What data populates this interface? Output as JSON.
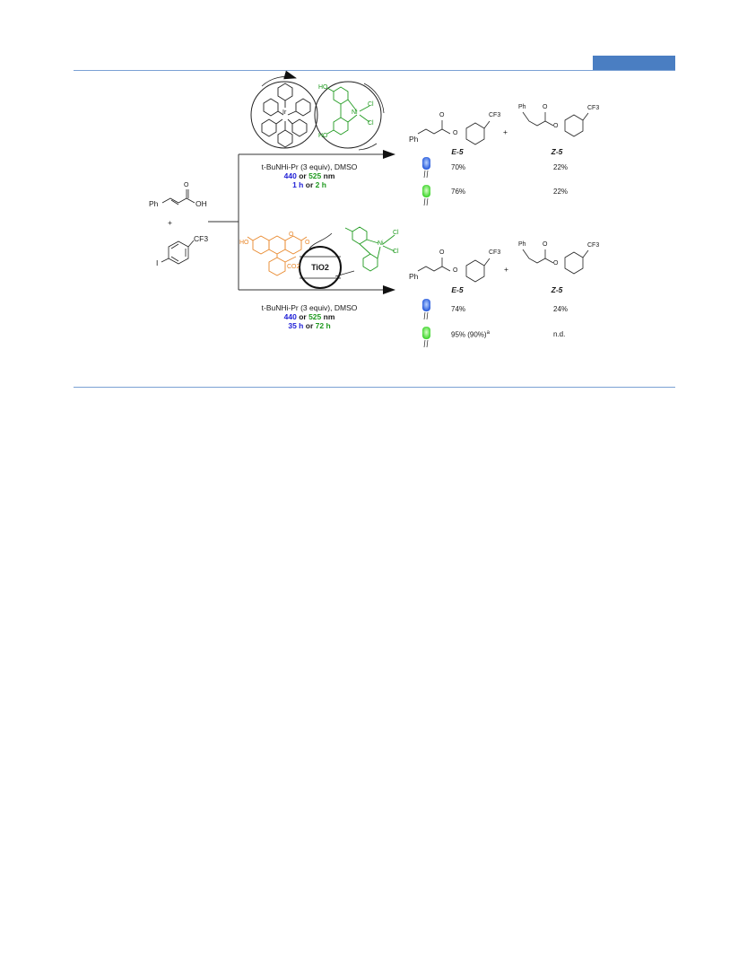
{
  "scheme": {
    "reactants": {
      "acid": {
        "ph": "Ph",
        "oh": "OH",
        "o": "O"
      },
      "plus": "+",
      "aryl_iodide": {
        "i": "I",
        "cf3": "CF3"
      }
    },
    "top_route": {
      "catalyst_labels": {
        "n": "N",
        "ir": "Ir",
        "ni": "Ni",
        "cl": "Cl",
        "ho": "HO"
      },
      "conditions": {
        "reagent": "t-BuNHi-Pr (3 equiv), DMSO",
        "wl_blue": "440",
        "wl_or": "or",
        "wl_green": "525",
        "wl_unit": "nm",
        "time_blue": "1 h",
        "time_or": "or",
        "time_green": "2 h"
      },
      "products": {
        "e_label": "E-5",
        "z_label": "Z-5",
        "plus": "+",
        "ph": "Ph",
        "o": "O",
        "cf3": "CF3"
      },
      "results": [
        {
          "light": "blue",
          "e": "70%",
          "z": "22%"
        },
        {
          "light": "green",
          "e": "76%",
          "z": "22%"
        }
      ]
    },
    "bottom_route": {
      "catalyst_labels": {
        "ho": "HO",
        "o": "O",
        "co2": "CO2",
        "tio2": "TiO2",
        "ni": "Ni",
        "n": "N",
        "cl": "Cl"
      },
      "conditions": {
        "reagent": "t-BuNHi-Pr (3 equiv), DMSO",
        "wl_blue": "440",
        "wl_or": "or",
        "wl_green": "525",
        "wl_unit": "nm",
        "time_blue": "35 h",
        "time_or": "or",
        "time_green": "72 h"
      },
      "products": {
        "e_label": "E-5",
        "z_label": "Z-5",
        "plus": "+",
        "ph": "Ph",
        "o": "O",
        "cf3": "CF3"
      },
      "results": [
        {
          "light": "blue",
          "e": "74%",
          "z": "24%"
        },
        {
          "light": "green",
          "e": "95% (90%)",
          "e_sup": "a",
          "z": "n.d."
        }
      ]
    },
    "colors": {
      "blue": "#1f1fd6",
      "green": "#1f9a1f",
      "orange": "#e8872a",
      "header": "#4a7ec2"
    }
  }
}
